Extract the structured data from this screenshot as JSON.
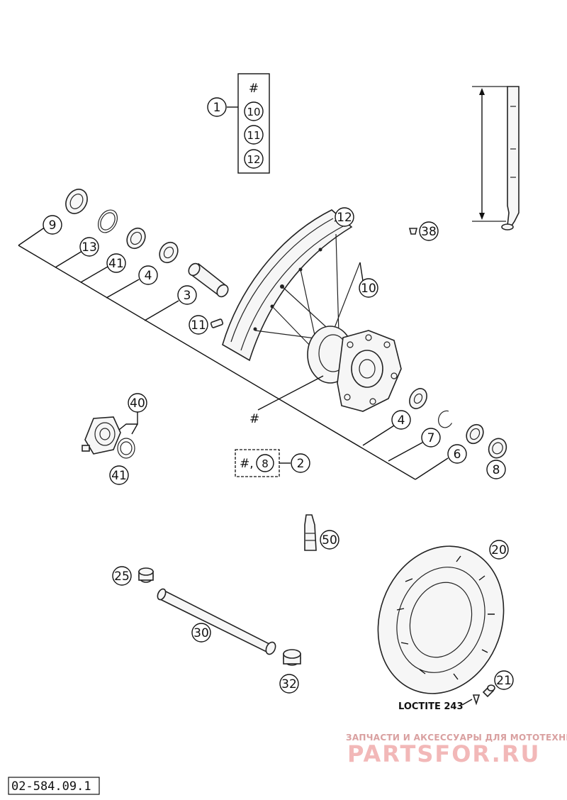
{
  "diagram": {
    "doc_code": "02-584.09.1",
    "note_loctite": "LOCTITE 243",
    "watermark": {
      "line1": "ЗАПЧАСТИ И АКСЕССУАРЫ ДЛЯ МОТОТЕХНИКИ",
      "line2": "PARTSFOR.RU"
    },
    "group_box": {
      "hash": "#",
      "items": [
        "10",
        "11",
        "12"
      ]
    },
    "callouts": {
      "c1": "1",
      "c2": "2",
      "c3": "3",
      "c4a": "4",
      "c4b": "4",
      "c6": "6",
      "c7": "7",
      "c8": "8",
      "c8box": "8",
      "c9": "9",
      "c10": "10",
      "c11": "11",
      "c12": "12",
      "c13": "13",
      "c20": "20",
      "c21": "21",
      "c25": "25",
      "c30": "30",
      "c32": "32",
      "c38": "38",
      "c40": "40",
      "c41a": "41",
      "c41b": "41",
      "c50": "50"
    },
    "hash_label": "#",
    "box2_prefix": "#,"
  }
}
